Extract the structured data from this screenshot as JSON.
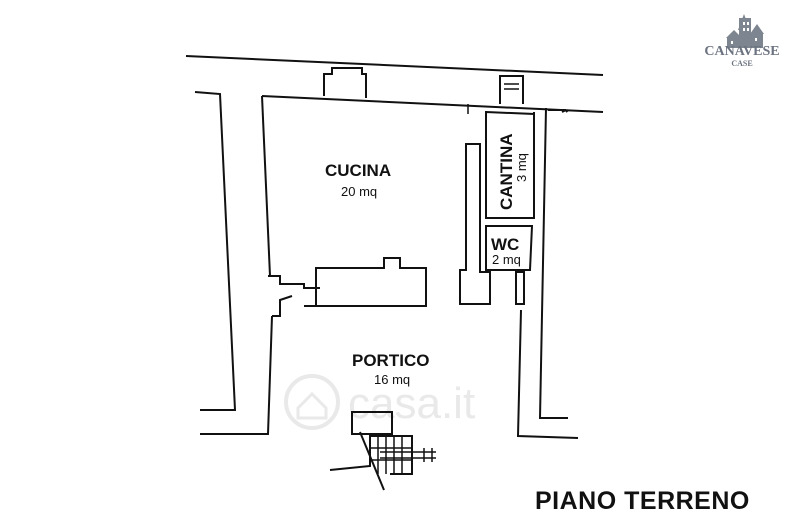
{
  "logo": {
    "brand": "CANAVESE",
    "sub": "CASE",
    "color": "#6b7280"
  },
  "watermark": {
    "text": "casa.it",
    "color": "#e9e9e9"
  },
  "plan": {
    "title": "PIANO TERRENO"
  },
  "rooms": {
    "cucina": {
      "name": "CUCINA",
      "area": "20 mq"
    },
    "cantina": {
      "name": "CANTINA",
      "area": "3 mq"
    },
    "wc": {
      "name": "WC",
      "area": "2 mq"
    },
    "portico": {
      "name": "PORTICO",
      "area": "16 mq"
    }
  },
  "colors": {
    "line": "#111111",
    "background": "#ffffff"
  }
}
